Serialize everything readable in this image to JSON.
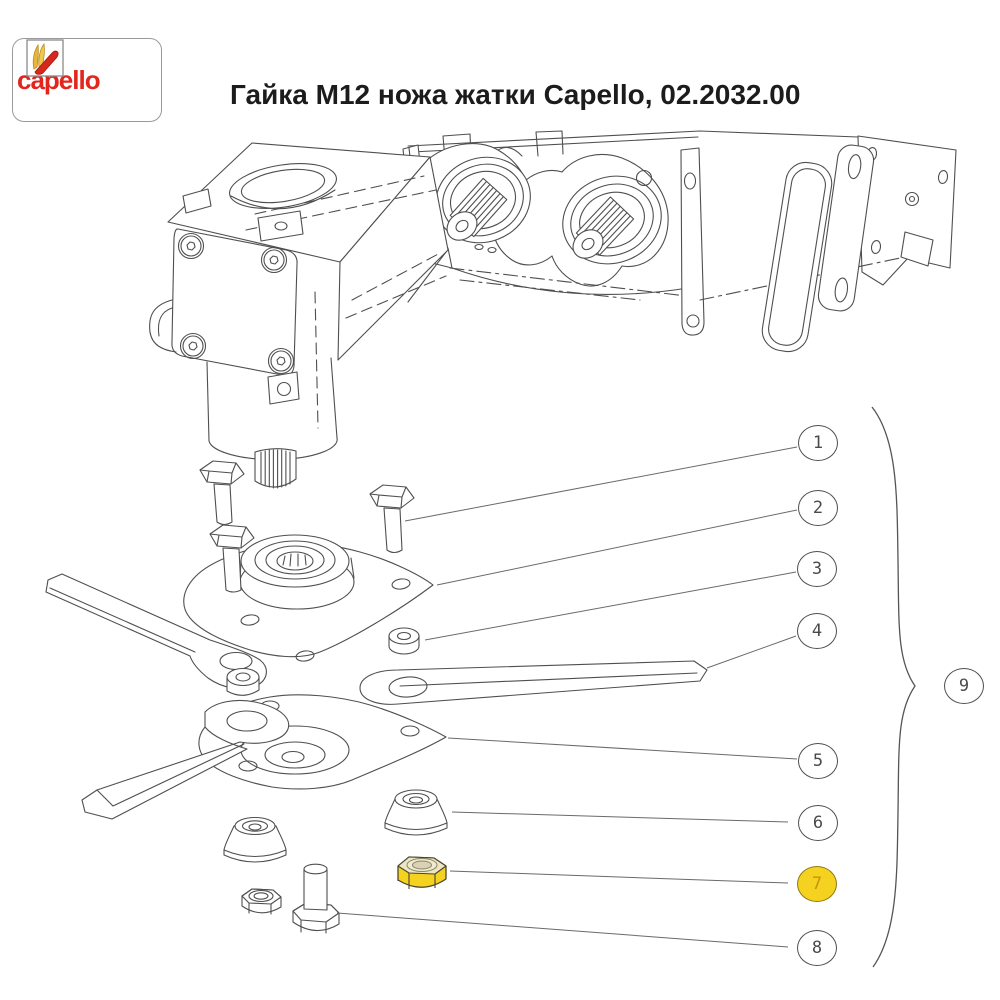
{
  "page": {
    "background": "#ffffff"
  },
  "header": {
    "logo": {
      "brand": "capello",
      "brand_color": "#e2261d"
    },
    "title": "Гайка М12 ножа жатки Capello, 02.2032.00"
  },
  "diagram": {
    "type": "exploded-parts-drawing",
    "line_color": "#4f4f4f",
    "highlight_color": "#f5d21f",
    "highlighted_callout": "7",
    "callouts": [
      {
        "label": "1",
        "highlighted": false
      },
      {
        "label": "2",
        "highlighted": false
      },
      {
        "label": "3",
        "highlighted": false
      },
      {
        "label": "4",
        "highlighted": false
      },
      {
        "label": "5",
        "highlighted": false
      },
      {
        "label": "6",
        "highlighted": false
      },
      {
        "label": "7",
        "highlighted": true
      },
      {
        "label": "8",
        "highlighted": false
      },
      {
        "label": "9",
        "highlighted": false
      }
    ]
  }
}
